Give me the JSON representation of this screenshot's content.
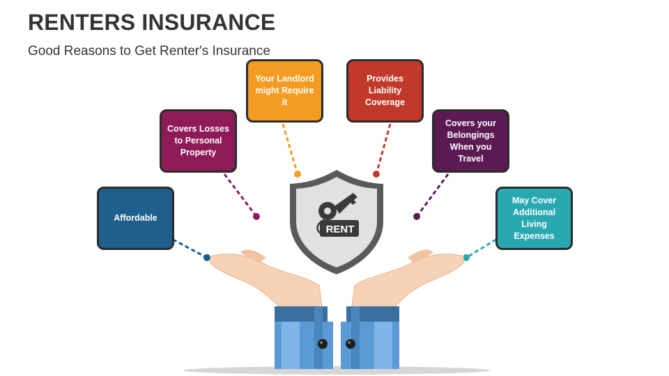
{
  "header": {
    "title": "RENTERS INSURANCE",
    "subtitle": "Good Reasons to Get Renter's Insurance"
  },
  "shield": {
    "label": "RENT"
  },
  "reasons": [
    {
      "text": "Affordable",
      "color": "#1f5f8b"
    },
    {
      "text": "Covers Losses to Personal Property",
      "color": "#8e1b58"
    },
    {
      "text": "Your Landlord might Require it",
      "color": "#f39c23"
    },
    {
      "text": "Provides Liability Coverage",
      "color": "#c0392b"
    },
    {
      "text": "Covers your Belongings When you Travel",
      "color": "#5c1a52"
    },
    {
      "text": "May Cover Additional Living Expenses",
      "color": "#2aa8b0"
    }
  ]
}
